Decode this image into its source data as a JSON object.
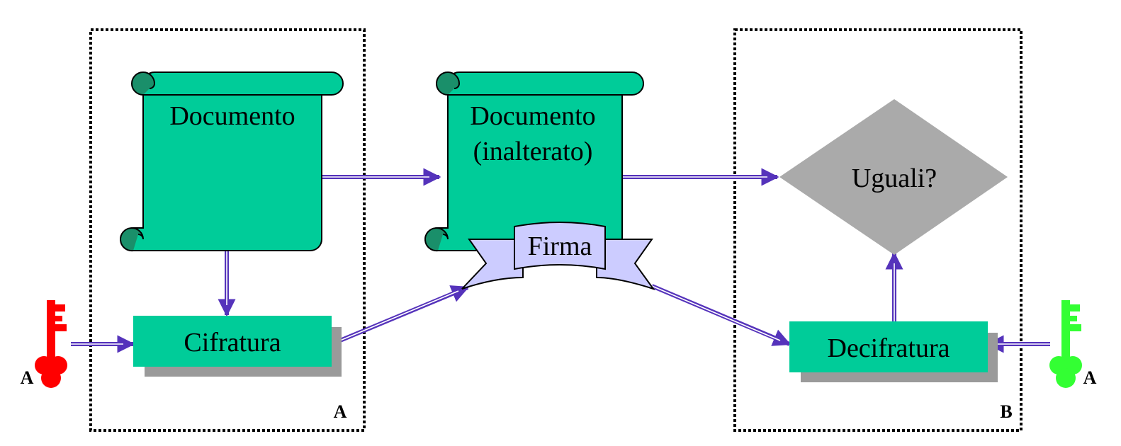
{
  "labels": {
    "doc_left": "Documento",
    "doc_mid_line1": "Documento",
    "doc_mid_line2": "(inalterato)",
    "firma": "Firma",
    "uguali": "Uguali?",
    "cifratura": "Cifratura",
    "decifratura": "Decifratura",
    "box_left": "A",
    "box_right": "B",
    "key_left": "A",
    "key_right": "A"
  },
  "icons": {
    "key_left": "red-key-icon",
    "key_right": "green-key-icon"
  },
  "colors": {
    "doc": "#00cc99",
    "doc_curl": "#1a8f6a",
    "process": "#00cc99",
    "shadow": "#9a9a9a",
    "diamond": "#aaaaaa",
    "ribbon": "#ccccff",
    "arrow": "#5533bb",
    "key_left": "#ff0000",
    "key_right": "#33ff33"
  }
}
